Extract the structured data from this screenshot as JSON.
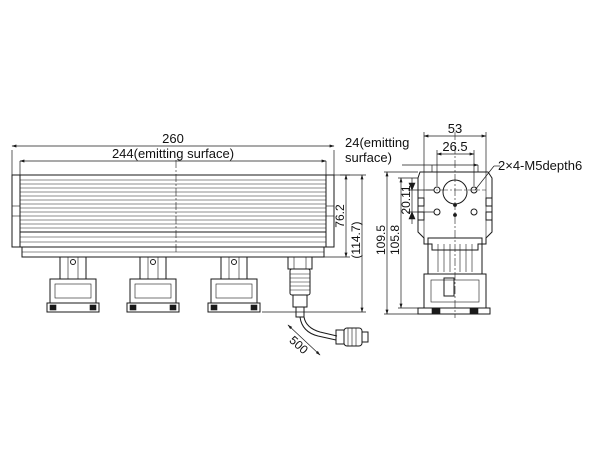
{
  "dimensions": {
    "overall_length": "260",
    "emitting_length": "244(emitting surface)",
    "body_height": "76.2",
    "total_height": "(114.7)",
    "cable_length": "500",
    "side_emitting_line1": "24(emitting",
    "side_emitting_line2": "surface)",
    "side_width": "53",
    "hole_pitch": "26.5",
    "hole_offset": "20.11",
    "side_total_height": "109.5",
    "side_mount_height": "105.8",
    "thread_note": "2×4-M5depth6"
  }
}
